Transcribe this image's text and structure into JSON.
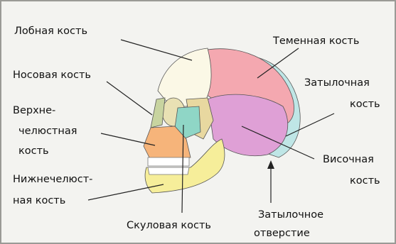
{
  "figure": {
    "labels": {
      "frontal": "Лобная кость",
      "parietal": "Теменная кость",
      "nasal": "Носовая кость",
      "occipital_1": "Затылочная",
      "occipital_2": "кость",
      "maxilla_1": "Верхне-",
      "maxilla_2": "челюстная",
      "maxilla_3": "кость",
      "temporal_1": "Височная",
      "temporal_2": "кость",
      "mandible_1": "Нижнечелюст-",
      "mandible_2": "ная кость",
      "zygomatic": "Скуловая кость",
      "foramen_1": "Затылочное",
      "foramen_2": "отверстие"
    },
    "colors": {
      "frontal": "#fbf8e6",
      "parietal": "#f4a8b0",
      "occipital": "#bfe6e6",
      "temporal": "#dfa0d6",
      "maxilla": "#f6b47a",
      "mandible": "#f6ee9a",
      "zygomatic": "#8fd6c6",
      "nasal": "#c8d4a0",
      "sphenoid": "#e8d8a0",
      "background": "#f3f3f0",
      "line": "#222222"
    }
  }
}
